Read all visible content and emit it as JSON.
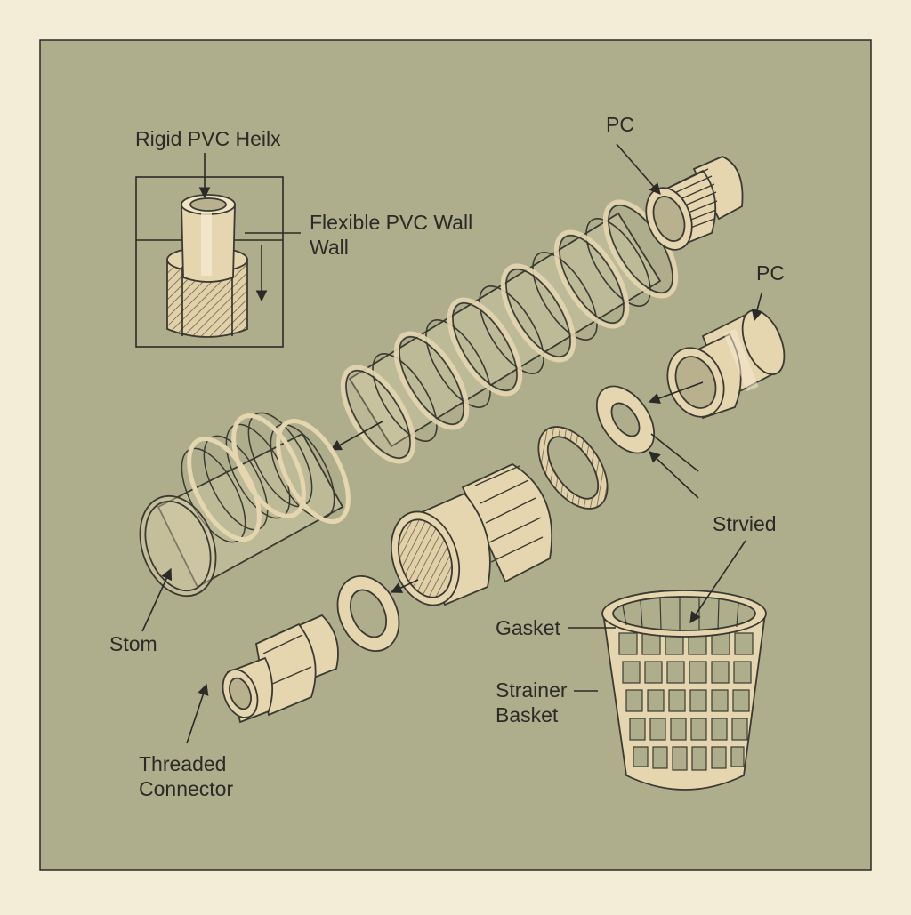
{
  "labels": {
    "rigid_pvc_helix": "Rigid PVC Heilx",
    "flexible_pvc_wall_line1": "Flexible PVC Wall",
    "flexible_pvc_wall_line2": "Wall",
    "pc_top": "PC",
    "pc_mid": "PC",
    "strvied": "Strvied",
    "gasket": "Gasket",
    "strainer_line1": "Strainer",
    "strainer_line2": "Basket",
    "stom": "Stom",
    "threaded_line1": "Threaded",
    "threaded_line2": "Connector"
  },
  "colors": {
    "page": "#f3ecd6",
    "panel": "#aeae8c",
    "part_fill": "#e6d6b0",
    "ink": "#2a2a26"
  }
}
